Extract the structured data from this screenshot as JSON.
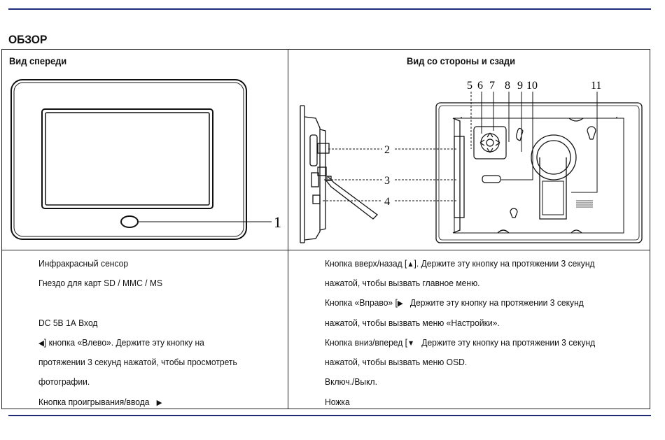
{
  "heading": "ОБЗОР",
  "front": {
    "title": "Вид спереди",
    "callout": "1"
  },
  "side": {
    "title": "Вид со стороны и сзади",
    "callouts": [
      "2",
      "3",
      "4",
      "5",
      "6",
      "7",
      "8",
      "9",
      "10",
      "11"
    ]
  },
  "left_items": [
    "Инфракрасный сенсор",
    "Гнездо для карт SD / MMC / MS",
    "DC 5В 1А Вход",
    "] кнопка «Влево». Держите эту кнопку на",
    "протяжении 3 секунд нажатой, чтобы просмотреть",
    "фотографии.",
    "Кнопка проигрывания/ввода"
  ],
  "right_items": [
    "Кнопка вверх/назад [",
    "]. Держите эту кнопку на протяжении 3 секунд",
    "нажатой, чтобы вызвать главное меню.",
    "Кнопка «Вправо» [",
    "Держите эту кнопку на протяжении 3 секунд",
    "нажатой, чтобы вызвать меню «Настройки».",
    "Кнопка вниз/вперед [",
    "Держите эту кнопку на протяжении 3 секунд",
    "нажатой, чтобы вызвать меню OSD.",
    "Включ./Выкл.",
    "Ножка"
  ],
  "glyphs": {
    "left": "◀",
    "up": "▲",
    "right": "▶",
    "down": "▼",
    "play": "▶"
  }
}
